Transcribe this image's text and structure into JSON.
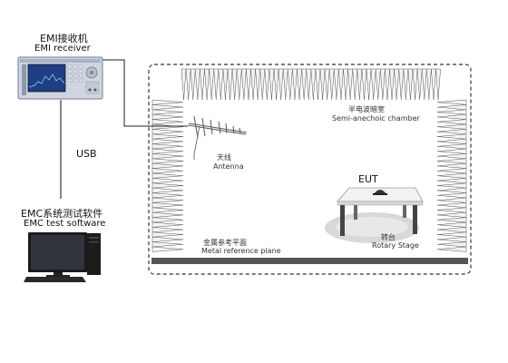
{
  "receiver": {
    "label_cn": "EMI接收机",
    "label_en": "EMI receiver"
  },
  "connection": {
    "label": "USB"
  },
  "software": {
    "label_cn": "EMC系统测试软件",
    "label_en": "EMC test software"
  },
  "chamber": {
    "label_cn": "半电波暗室",
    "label_en": "Semi-anechoic chamber"
  },
  "antenna": {
    "label_cn": "天线",
    "label_en": "Antenna"
  },
  "eut": {
    "label": "EUT"
  },
  "rotary_stage": {
    "label_cn": "转台",
    "label_en": "Rotary Stage"
  },
  "ground_plane": {
    "label_cn": "金属参考平面",
    "label_en": "Metal reference plane"
  }
}
